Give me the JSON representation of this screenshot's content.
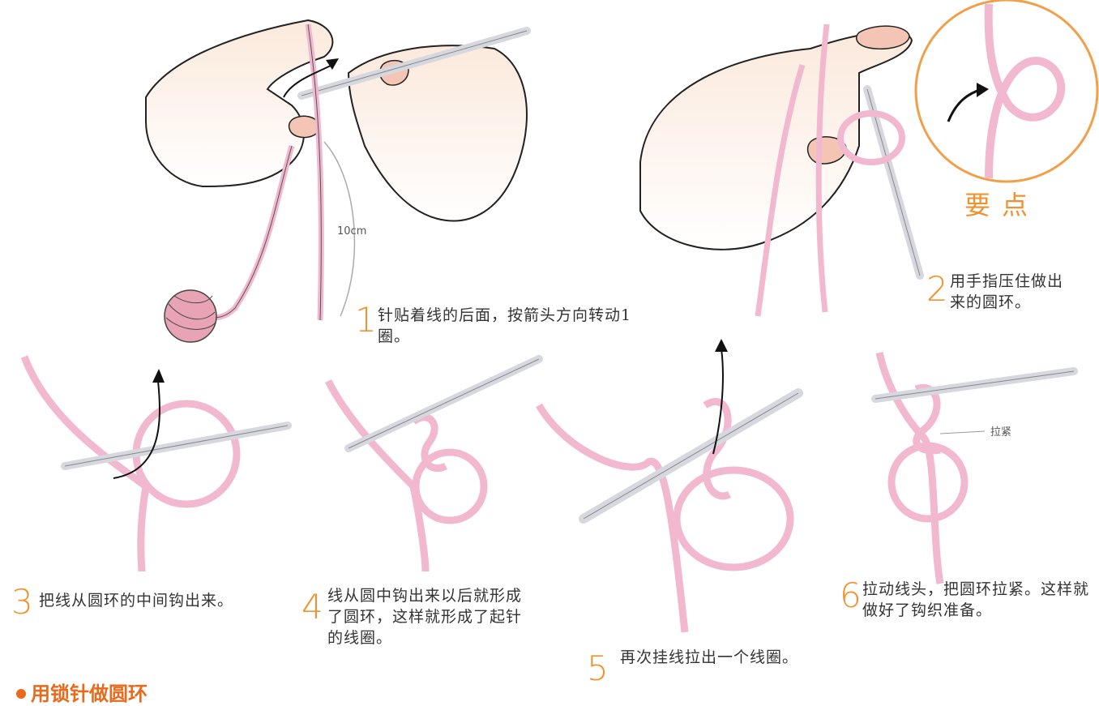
{
  "steps": [
    {
      "num": "1",
      "text": "针贴着线的后面，按箭头方向转动1圈。"
    },
    {
      "num": "2",
      "text": "用手指压住做出来的圆环。"
    },
    {
      "num": "3",
      "text": "把线从圆环的中间钩出来。"
    },
    {
      "num": "4",
      "text": "线从圆中钩出来以后就形成了圆环，这样就形成了起针的线圈。"
    },
    {
      "num": "5",
      "text": "再次挂线拉出一个线圈。"
    },
    {
      "num": "6",
      "text": "拉动线头，把圆环拉紧。这样就做好了钩织准备。"
    }
  ],
  "labels": {
    "length": "10cm",
    "key_point": "要点",
    "pull_tight": "拉紧"
  },
  "section_heading": "用锁针做圆环",
  "colors": {
    "accent": "#f0922f",
    "yarn": "#f2b8cf",
    "skin": "#fcefe5",
    "hook": "#dcdde4"
  }
}
